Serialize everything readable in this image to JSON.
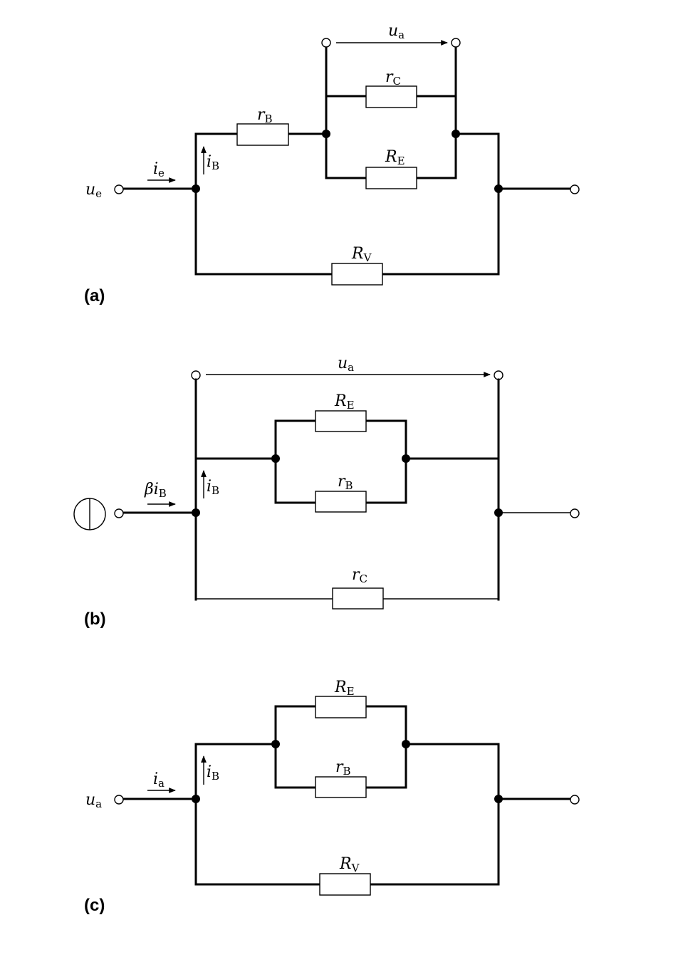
{
  "panels": [
    {
      "label": "(a)",
      "ua": {
        "main": "u",
        "sub": "a"
      },
      "rC": {
        "main": "r",
        "sub": "C"
      },
      "rB": {
        "main": "r",
        "sub": "B"
      },
      "RE": {
        "main": "R",
        "sub": "E"
      },
      "ie": {
        "main": "i",
        "sub": "e"
      },
      "iB": {
        "main": "i",
        "sub": "B"
      },
      "ue": {
        "main": "u",
        "sub": "e"
      },
      "RV": {
        "main": "R",
        "sub": "V"
      }
    },
    {
      "label": "(b)",
      "ua": {
        "main": "u",
        "sub": "a"
      },
      "RE": {
        "main": "R",
        "sub": "E"
      },
      "rB": {
        "main": "r",
        "sub": "B"
      },
      "iB": {
        "main": "i",
        "sub": "B"
      },
      "source": {
        "main": "βi",
        "sub": "B"
      },
      "rC": {
        "main": "r",
        "sub": "C"
      }
    },
    {
      "label": "(c)",
      "RE": {
        "main": "R",
        "sub": "E"
      },
      "rB": {
        "main": "r",
        "sub": "B"
      },
      "ia": {
        "main": "i",
        "sub": "a"
      },
      "iB": {
        "main": "i",
        "sub": "B"
      },
      "ua": {
        "main": "u",
        "sub": "a"
      },
      "RV": {
        "main": "R",
        "sub": "V"
      }
    }
  ]
}
